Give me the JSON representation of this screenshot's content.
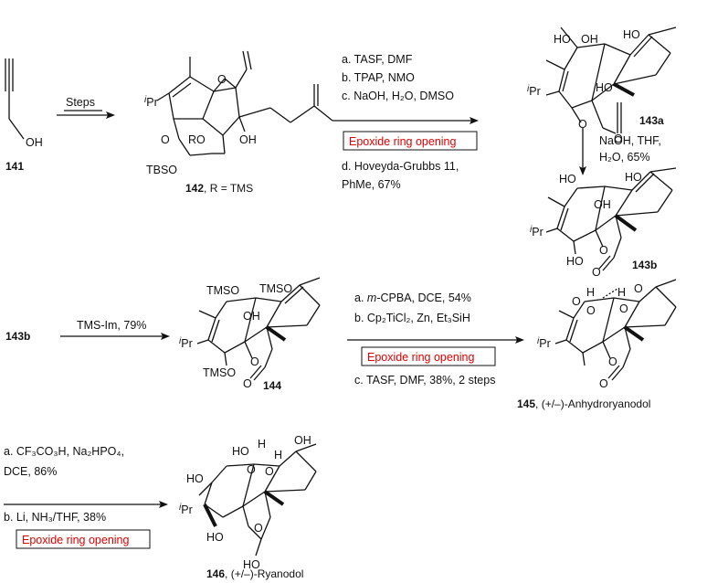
{
  "compounds": {
    "c141": "141",
    "c142": "142",
    "c142_suffix": ", R = TMS",
    "c143a": "143a",
    "c143b": "143b",
    "c143b_start": "143b",
    "c144": "144",
    "c145": "145",
    "c145_suffix": ", (+/–)-Anhydroryanodol",
    "c146": "146",
    "c146_suffix": ", (+/–)-Ryanodol"
  },
  "steps": {
    "s1": "Steps",
    "s2": [
      "a. TASF,  DMF",
      "b. TPAP,  NMO",
      "c. NaOH, H₂O, DMSO",
      "d. Hoveyda-Grubbs 11,",
      "    PhMe, 67%"
    ],
    "s3": [
      "NaOH, THF,",
      "H₂O, 65%"
    ],
    "s4": "TMS-Im, 79%",
    "s5": [
      "a. m-CPBA, DCE, 54%",
      "b. Cp₂TiCl₂, Zn, Et₃SiH",
      "c. TASF,  DMF, 38%, 2 steps"
    ],
    "s6": [
      "a. CF₃CO₃H, Na₂HPO₄,",
      "    DCE, 86%",
      "b. Li, NH₃/THF, 38%"
    ]
  },
  "highlight": {
    "epoxide": "Epoxide ring opening",
    "color": "#e00000"
  },
  "atoms": {
    "OH": "OH",
    "HO": "HO",
    "iPr": "iPr",
    "O": "O",
    "RO": "RO",
    "TBSO": "TBSO",
    "TMSO": "TMSO",
    "H": "H"
  }
}
